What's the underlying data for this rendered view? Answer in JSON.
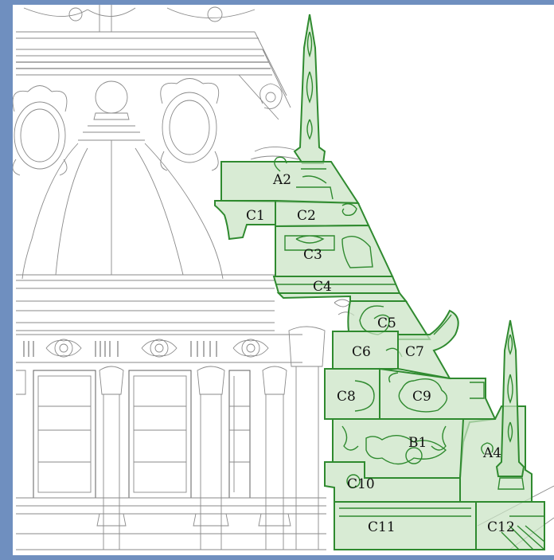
{
  "diagram": {
    "labels": {
      "A2": "A2",
      "A4": "A4",
      "B1": "B1",
      "C1": "C1",
      "C2": "C2",
      "C3": "C3",
      "C4": "C4",
      "C5": "C5",
      "C6": "C6",
      "C7": "C7",
      "C8": "C8",
      "C9": "C9",
      "C10": "C10",
      "C11": "C11",
      "C12": "C12"
    },
    "colors": {
      "frame": "#6f8fbf",
      "stone_fill": "#c9e3c4",
      "stone_outline": "#2f8a2f",
      "drawing_line": "#8a8a8a"
    }
  }
}
